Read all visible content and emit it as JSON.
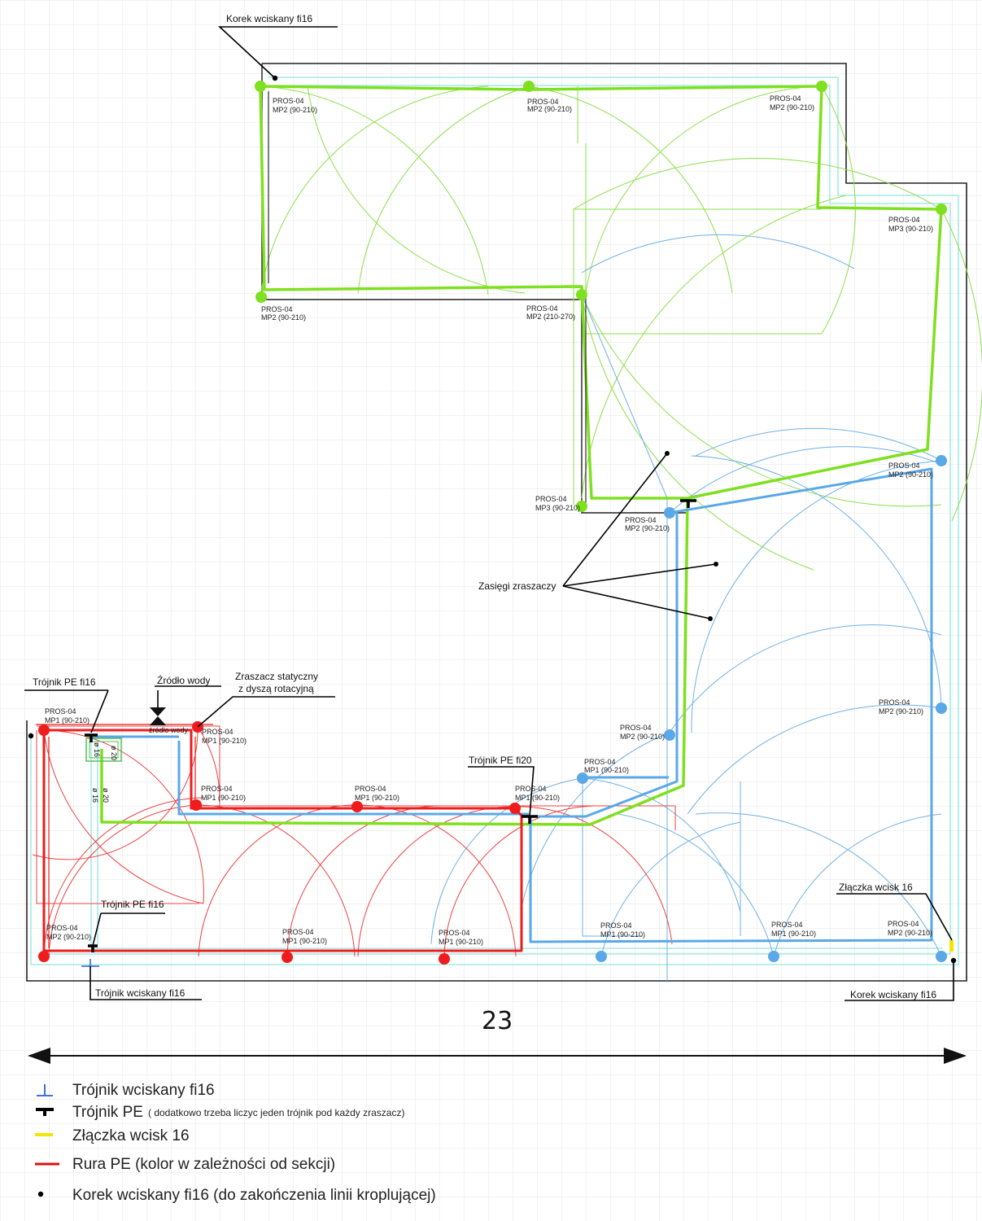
{
  "callouts": {
    "korek_top": "Korek wciskany fi16",
    "korek_bottom": "Korek wciskany fi16",
    "trojnik_pe16_top": "Trójnik PE fi16",
    "zrodlo_wody": "Źródło wody",
    "zrodlo_wody_small": "źródło wody",
    "zraszacz_line1": "Zraszacz statyczny",
    "zraszacz_line2": "z dyszą rotacyjną",
    "trojnik_pe20": "Trójnik PE fi20",
    "zasiegi": "Zasięgi zraszaczy",
    "trojnik_pe16_bottom": "Trójnik PE fi16",
    "trojnik_wcisk16": "Trójnik wciskany fi16",
    "zlaczka": "Złączka wcisk 16"
  },
  "dimension": "23",
  "pipe_labels": {
    "d20_a": "ø 20",
    "d16_a": "ø 16",
    "d20_b": "ø 20",
    "d16_b": "ø 16"
  },
  "sprinklers": [
    {
      "model": "PROS-04",
      "nozzle": "MP2 (90-210)"
    },
    {
      "model": "PROS-04",
      "nozzle": "MP2 (90-210)"
    },
    {
      "model": "PROS-04",
      "nozzle": "MP2 (90-210)"
    },
    {
      "model": "PROS-04",
      "nozzle": "MP3 (90-210)"
    },
    {
      "model": "PROS-04",
      "nozzle": "MP2 (90-210)"
    },
    {
      "model": "PROS-04",
      "nozzle": "MP2 (210-270)"
    },
    {
      "model": "PROS-04",
      "nozzle": "MP3 (90-210)"
    },
    {
      "model": "PROS-04",
      "nozzle": "MP2 (90-210)"
    },
    {
      "model": "PROS-04",
      "nozzle": "MP2 (90-210)"
    },
    {
      "model": "PROS-04",
      "nozzle": "MP2 (90-210)"
    },
    {
      "model": "PROS-04",
      "nozzle": "MP2 (90-210)"
    },
    {
      "model": "PROS-04",
      "nozzle": "MP1 (90-210)"
    },
    {
      "model": "PROS-04",
      "nozzle": "MP1 (90-210)"
    },
    {
      "model": "PROS-04",
      "nozzle": "MP1 (90-210)"
    },
    {
      "model": "PROS-04",
      "nozzle": "MP1 (90-210)"
    },
    {
      "model": "PROS-04",
      "nozzle": "MP1 (90-210)"
    },
    {
      "model": "PROS-04",
      "nozzle": "MP1 (90-210)"
    },
    {
      "model": "PROS-04",
      "nozzle": "MP2 (90-210)"
    },
    {
      "model": "PROS-04",
      "nozzle": "MP1 (90-210)"
    },
    {
      "model": "PROS-04",
      "nozzle": "MP1 (90-210)"
    },
    {
      "model": "PROS-04",
      "nozzle": "MP1 (90-210)"
    },
    {
      "model": "PROS-04",
      "nozzle": "MP1 (90-210)"
    },
    {
      "model": "PROS-04",
      "nozzle": "MP2 (90-210)"
    }
  ],
  "legend": [
    {
      "text": "Trójnik wciskany fi16",
      "note": "",
      "symbol": "blue-tee",
      "color": "#2b5fd9"
    },
    {
      "text": "Trójnik PE",
      "note": "( dodatkowo trzeba liczyc jeden trójnik pod każdy zraszacz)",
      "symbol": "black-tee",
      "color": "#000000"
    },
    {
      "text": "Złączka wcisk 16",
      "note": "",
      "symbol": "yellow-dash",
      "color": "#f2e600"
    },
    {
      "text": "Rura PE (kolor w zależności od sekcji)",
      "note": "",
      "symbol": "red-line",
      "color": "#e01010"
    },
    {
      "text": "Korek wciskany fi16 (do zakończenia linii kroplującej)",
      "note": "",
      "symbol": "black-dot",
      "color": "#000000"
    }
  ],
  "colors": {
    "green": "#7fe01f",
    "blue": "#5aa8e8",
    "red": "#ee1c1c",
    "cyan": "#8fe8e0",
    "grid": "#e6e6e6",
    "outline": "#222222"
  }
}
